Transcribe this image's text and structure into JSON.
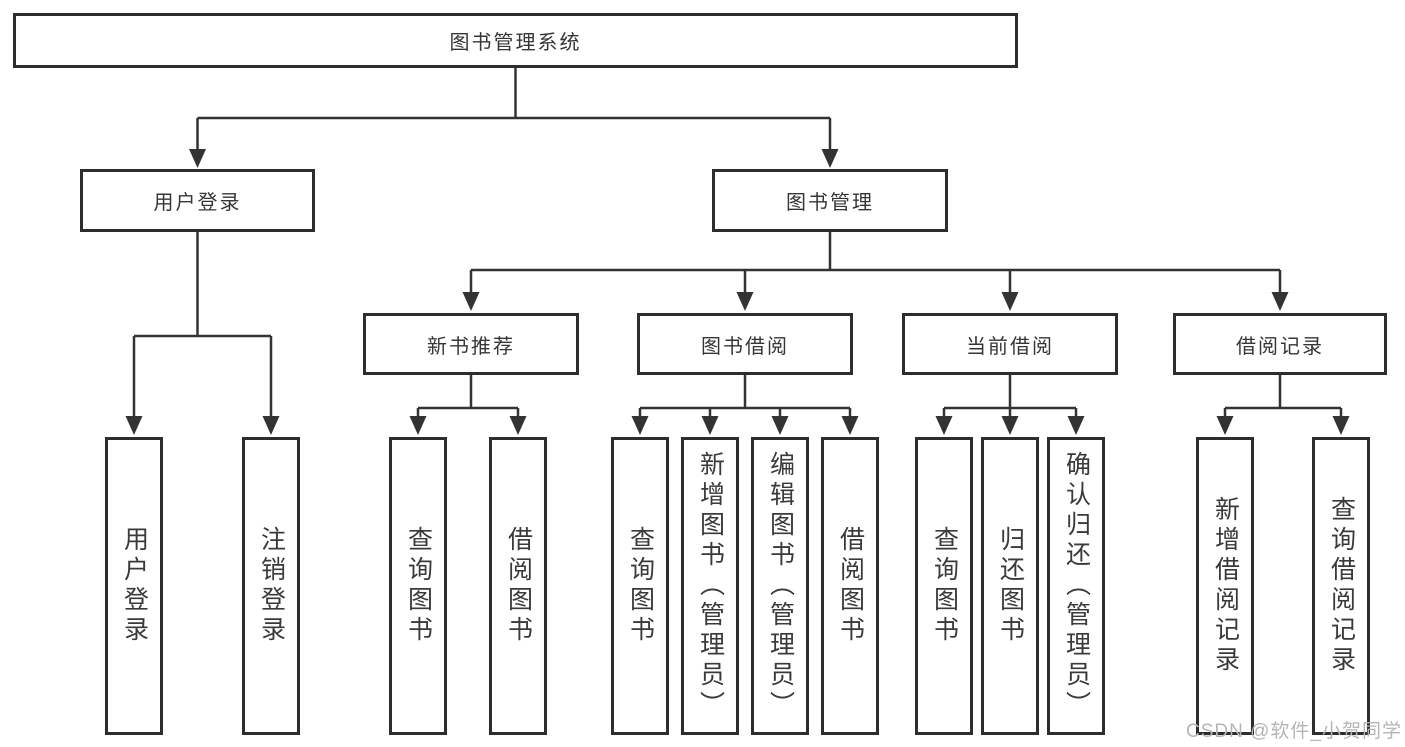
{
  "nodes": {
    "root": "图书管理系统",
    "user_login": {
      "label": "用户登录",
      "children": [
        "用户登录",
        "注销登录"
      ]
    },
    "book_management": {
      "label": "图书管理",
      "sections": [
        {
          "label": "新书推荐",
          "children": [
            "查询图书",
            "借阅图书"
          ]
        },
        {
          "label": "图书借阅",
          "children": [
            "查询图书",
            "新增图书（管理员）",
            "编辑图书（管理员）",
            "借阅图书"
          ]
        },
        {
          "label": "当前借阅",
          "children": [
            "查询图书",
            "归还图书",
            "确认归还（管理员）"
          ]
        },
        {
          "label": "借阅记录",
          "children": [
            "新增借阅记录",
            "查询借阅记录"
          ]
        }
      ]
    }
  },
  "watermark": "CSDN @软件_小贺同学",
  "colors": {
    "line": "#333333",
    "box_border": "#2d2d2d",
    "text": "#363636",
    "watermark": "#b5b5b5",
    "background": "#ffffff"
  }
}
